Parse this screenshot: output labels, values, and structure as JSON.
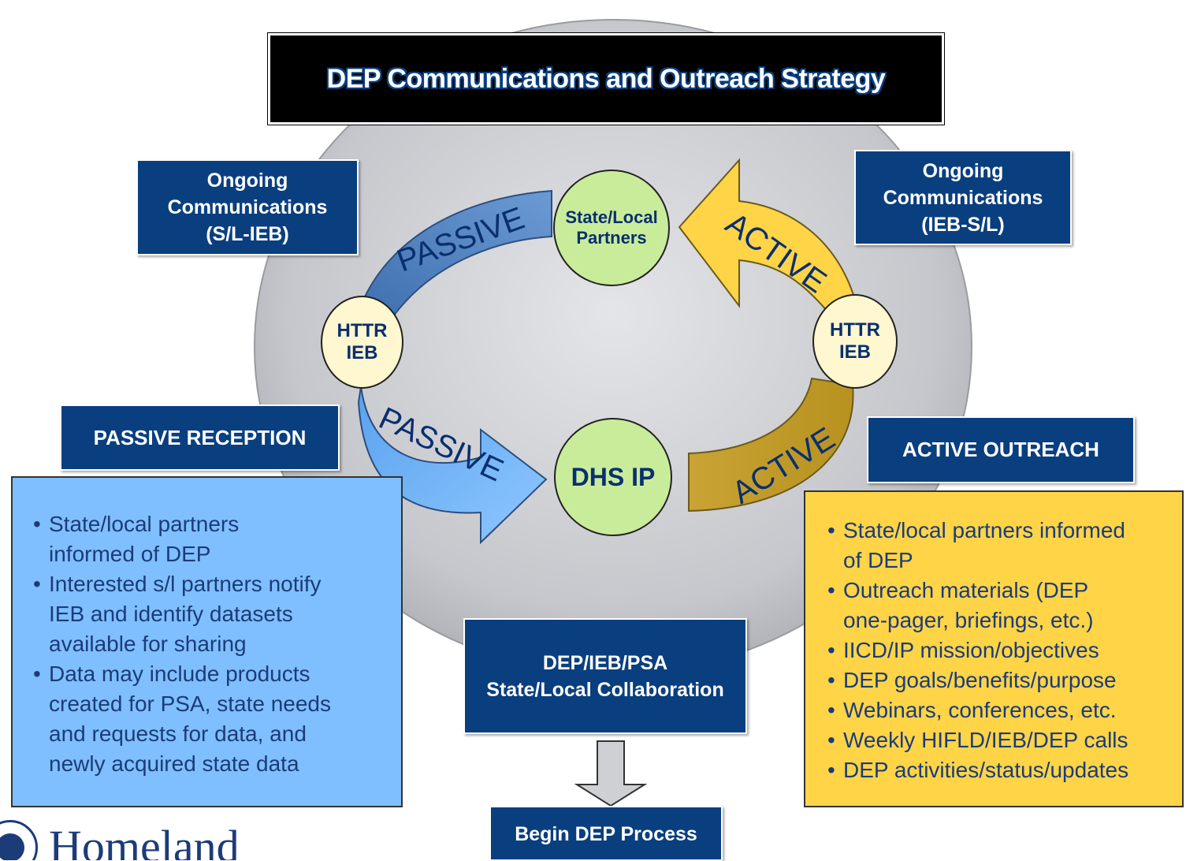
{
  "title": "DEP Communications and Outreach Strategy",
  "nodes": {
    "state_local": [
      "State/Local",
      "Partners"
    ],
    "httr_left": [
      "HTTR",
      "IEB"
    ],
    "httr_right": [
      "HTTR",
      "IEB"
    ],
    "dhs_ip": "DHS IP"
  },
  "arrows": {
    "passive_top": "PASSIVE",
    "passive_bottom": "PASSIVE",
    "active_top": "ACTIVE",
    "active_bottom": "ACTIVE"
  },
  "boxes": {
    "ongoing_left": [
      "Ongoing",
      "Communications",
      "(S/L-IEB)"
    ],
    "ongoing_right": [
      "Ongoing",
      "Communications",
      "(IEB-S/L)"
    ],
    "passive_reception": "PASSIVE RECEPTION",
    "active_outreach": "ACTIVE OUTREACH",
    "collaboration": [
      "DEP/IEB/PSA",
      "State/Local Collaboration"
    ],
    "begin": "Begin DEP Process"
  },
  "passive_list": [
    [
      "State/local partners",
      "informed of DEP"
    ],
    [
      "Interested s/l partners notify",
      "IEB and identify datasets",
      "available for sharing"
    ],
    [
      "Data may include products",
      "created for PSA, state needs",
      "and requests for data, and",
      "newly acquired state data"
    ]
  ],
  "active_list": [
    [
      "State/local partners informed",
      "of DEP"
    ],
    [
      "Outreach materials (DEP",
      "one-pager, briefings, etc.)"
    ],
    [
      "IICD/IP mission/objectives"
    ],
    [
      "DEP goals/benefits/purpose"
    ],
    [
      "Webinars, conferences, etc."
    ],
    [
      "Weekly HIFLD/IEB/DEP calls"
    ],
    [
      "DEP activities/status/updates"
    ]
  ],
  "logo_text": "Homeland",
  "colors": {
    "navy": "#0a3f7f",
    "passive_blue": "#7fbfff",
    "active_yellow": "#ffd447",
    "node_green": "#c9ec9b",
    "node_cream": "#fff7cf",
    "disc_gray": "#cfd0d4"
  }
}
